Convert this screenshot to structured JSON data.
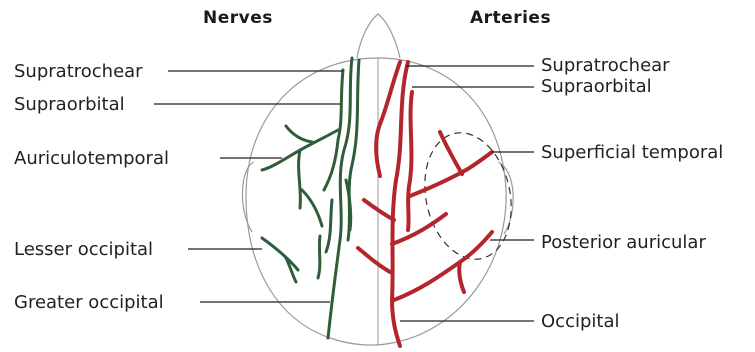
{
  "headers": {
    "nerves": "Nerves",
    "arteries": "Arteries"
  },
  "nerve_labels": {
    "supratrochlear": "Supratrochear",
    "supraorbital": "Supraorbital",
    "auriculotemporal": "Auriculotemporal",
    "lesser_occipital": "Lesser occipital",
    "greater_occipital": "Greater occipital"
  },
  "artery_labels": {
    "supratrochlear": "Supratrochear",
    "supraorbital": "Supraorbital",
    "superficial_temporal": "Superficial temporal",
    "posterior_auricular": "Posterior auricular",
    "occipital": "Occipital"
  },
  "colors": {
    "nerve": "#2f5d3a",
    "artery": "#b3262b",
    "outline": "#9a9a9a",
    "leader": "#222222"
  }
}
